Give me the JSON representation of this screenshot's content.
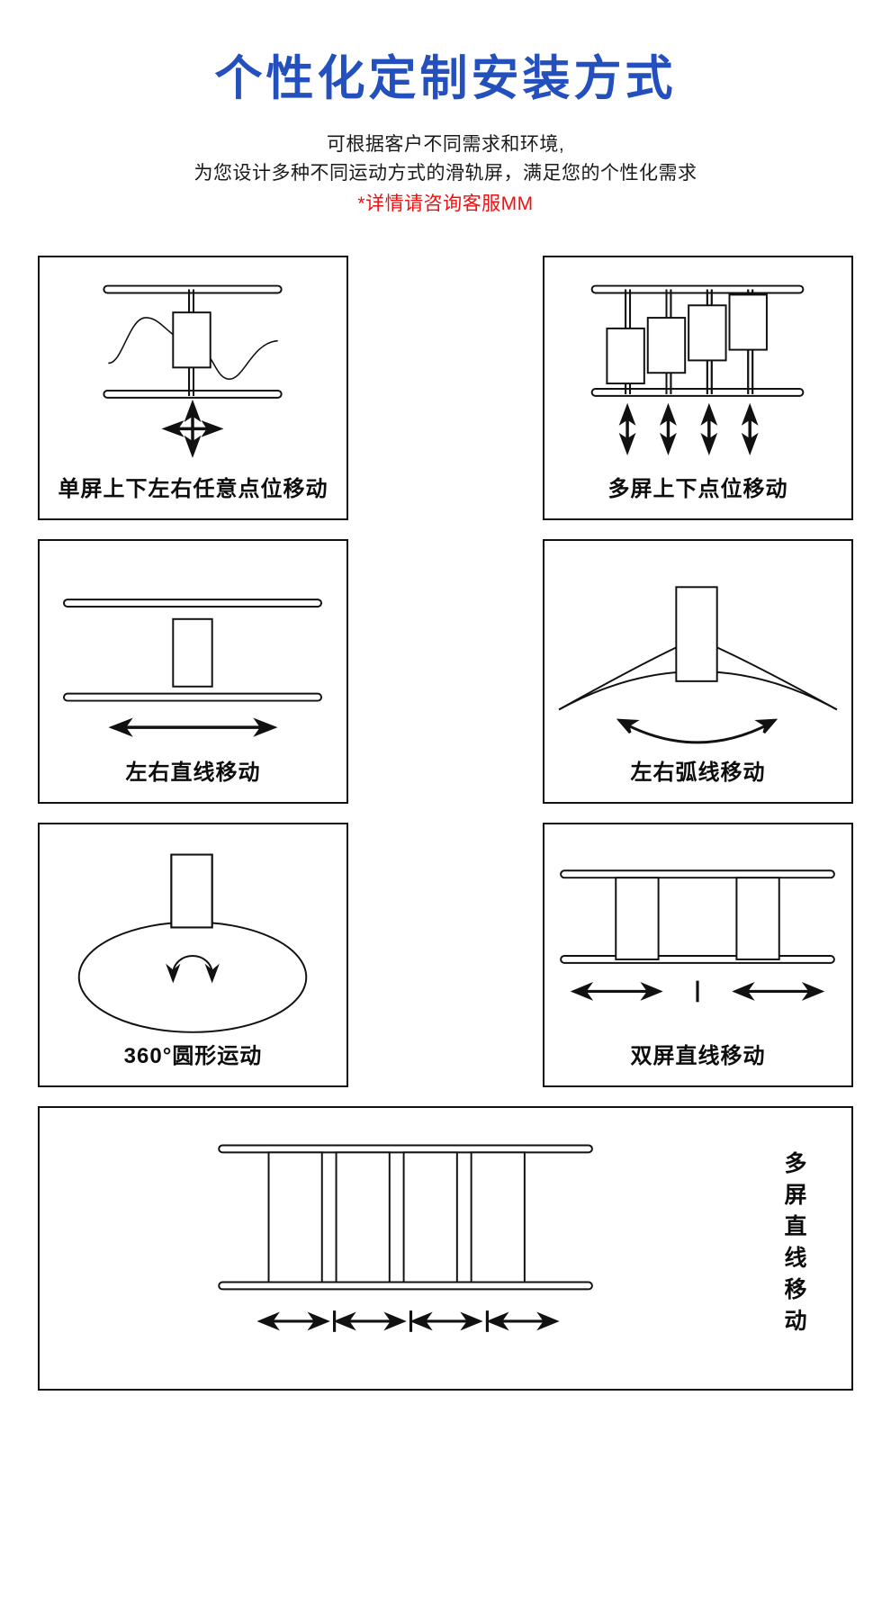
{
  "header": {
    "title": "个性化定制安装方式",
    "subtitle_line1": "可根据客户不同需求和环境,",
    "subtitle_line2": "为您设计多种不同运动方式的滑轨屏，满足您的个性化需求",
    "note": "*详情请咨询客服MM",
    "title_color": "#2450bd",
    "note_color": "#ee1111"
  },
  "panels": [
    {
      "id": "single-screen-free-move",
      "label": "单屏上下左右任意点位移动",
      "diagram": "two-horizontal-rails-with-vertical-pole-screen-and-wave-curve",
      "arrow": "four-way-cross-arrow"
    },
    {
      "id": "multi-screen-vertical-move",
      "label": "多屏上下点位移动",
      "diagram": "two-horizontal-rails-with-four-vertical-poles-and-staggered-screens",
      "arrow": "four-up-down-arrows",
      "screen_count": 4
    },
    {
      "id": "horizontal-linear-move",
      "label": "左右直线移动",
      "diagram": "two-horizontal-rails-with-single-centered-screen",
      "arrow": "double-headed-horizontal-arrow"
    },
    {
      "id": "arc-move",
      "label": "左右弧线移动",
      "diagram": "curved-arc-rail-with-screen-on-top",
      "arrow": "curved-double-headed-arrow"
    },
    {
      "id": "circular-move",
      "label": "360°圆形运动",
      "diagram": "ellipse-track-with-screen-and-rotation-arrow",
      "arrow": "circular-rotation-arrow"
    },
    {
      "id": "dual-screen-linear-move",
      "label": "双屏直线移动",
      "diagram": "two-horizontal-rails-with-two-screens",
      "arrow": "two-double-headed-arrows-with-center-divider",
      "screen_count": 2
    },
    {
      "id": "multi-screen-linear-move",
      "label": "多屏直线移动",
      "diagram": "two-horizontal-rails-with-four-wide-screens",
      "arrow": "four-double-headed-arrows-with-dividers",
      "screen_count": 4
    }
  ]
}
